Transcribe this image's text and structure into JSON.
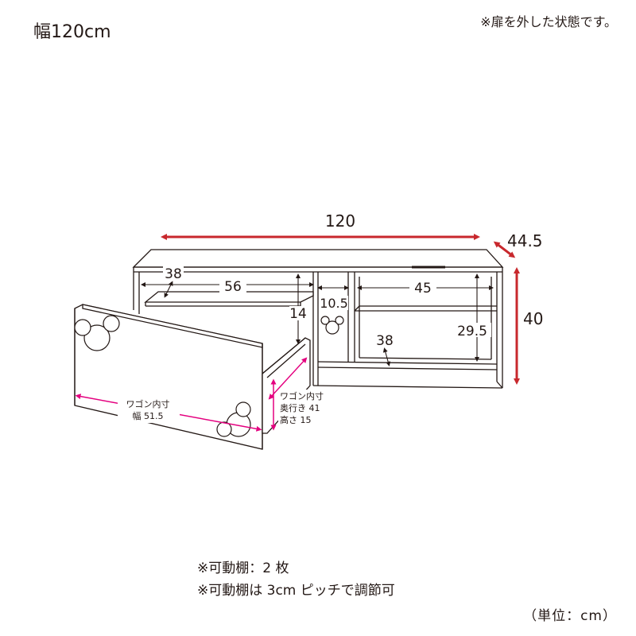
{
  "header": {
    "width_title": "幅120cm",
    "door_note": "※扉を外した状態です。"
  },
  "dimensions": {
    "overall_width": "120",
    "overall_depth": "44.5",
    "overall_height": "40",
    "left_shelf_depth": "38",
    "left_shelf_width": "56",
    "left_shelf_height": "14",
    "center_width": "10.5",
    "right_width": "45",
    "right_height": "29.5",
    "right_bottom_depth": "38"
  },
  "wagon": {
    "inner_label_1": "ワゴン内寸",
    "inner_width": "幅 51.5",
    "inner_label_2": "ワゴン内寸",
    "inner_depth": "奥行き 41",
    "inner_height": "高さ 15"
  },
  "notes": {
    "movable_shelves": "※可動棚：2 枚",
    "shelf_pitch": "※可動棚は 3cm ピッチで調節可",
    "unit": "（単位：cm）"
  },
  "colors": {
    "dimension_red": "#c8282d",
    "wagon_magenta": "#e4007f",
    "line": "#231815"
  }
}
